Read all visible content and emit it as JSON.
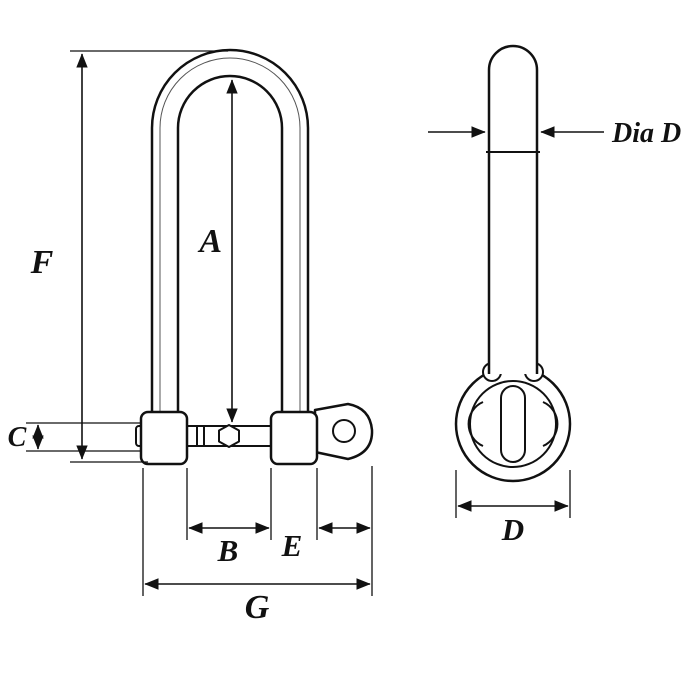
{
  "labels": {
    "A": "A",
    "B": "B",
    "C": "C",
    "D": "D",
    "E": "E",
    "F": "F",
    "G": "G",
    "dia_d": "Dia D"
  },
  "colors": {
    "line": "#111111",
    "background": "#ffffff"
  }
}
